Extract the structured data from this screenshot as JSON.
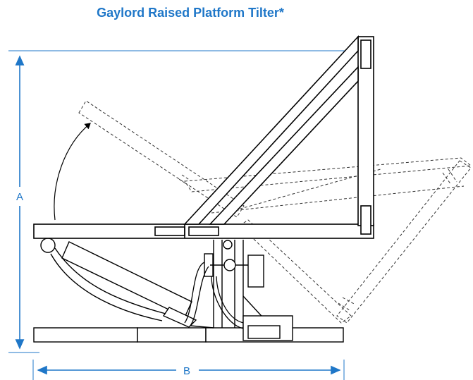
{
  "title": "Gaylord Raised Platform Tilter*",
  "dimensions": {
    "height_label": "A",
    "width_label": "B"
  },
  "colors": {
    "title": "#1f77c8",
    "dimension_arrows": "#1f77c8",
    "line_art": "#000000",
    "dashed_outline": "#333333"
  }
}
